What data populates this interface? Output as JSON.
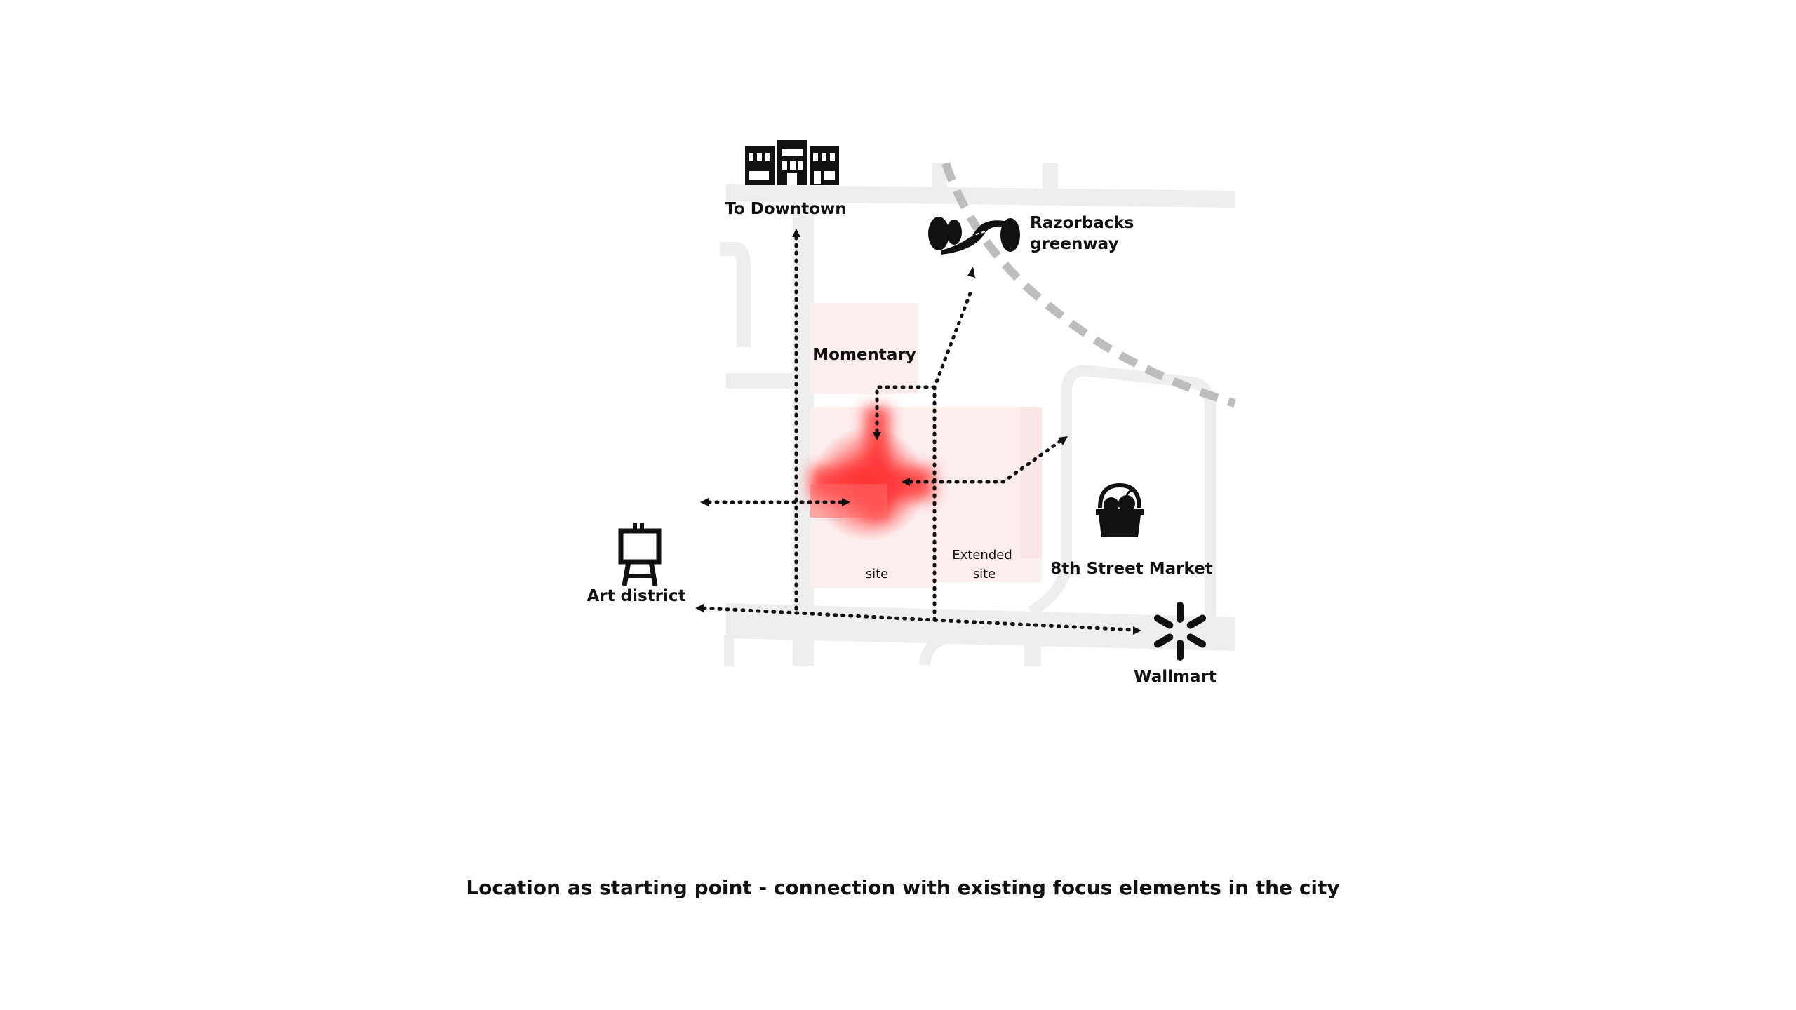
{
  "labels": {
    "downtown": "To Downtown",
    "greenway_line1": "Razorbacks",
    "greenway_line2": "greenway",
    "momentary": "Momentary",
    "art_district": "Art district",
    "market": "8th Street Market",
    "walmart": "Wallmart",
    "site": "site",
    "extended_line1": "Extended",
    "extended_line2": "site"
  },
  "caption": "Location as starting point - connection with existing focus elements in the city",
  "icons": {
    "downtown": "storefront-buildings-icon",
    "greenway": "trees-path-icon",
    "art_district": "easel-icon",
    "market": "fruit-basket-icon",
    "walmart": "spark-icon"
  },
  "colors": {
    "road": "#eeeeee",
    "greenway_line": "#bdbdbd",
    "site_fill": "#fdeeee",
    "site_core": "#ff2a2a",
    "path": "#111111"
  }
}
